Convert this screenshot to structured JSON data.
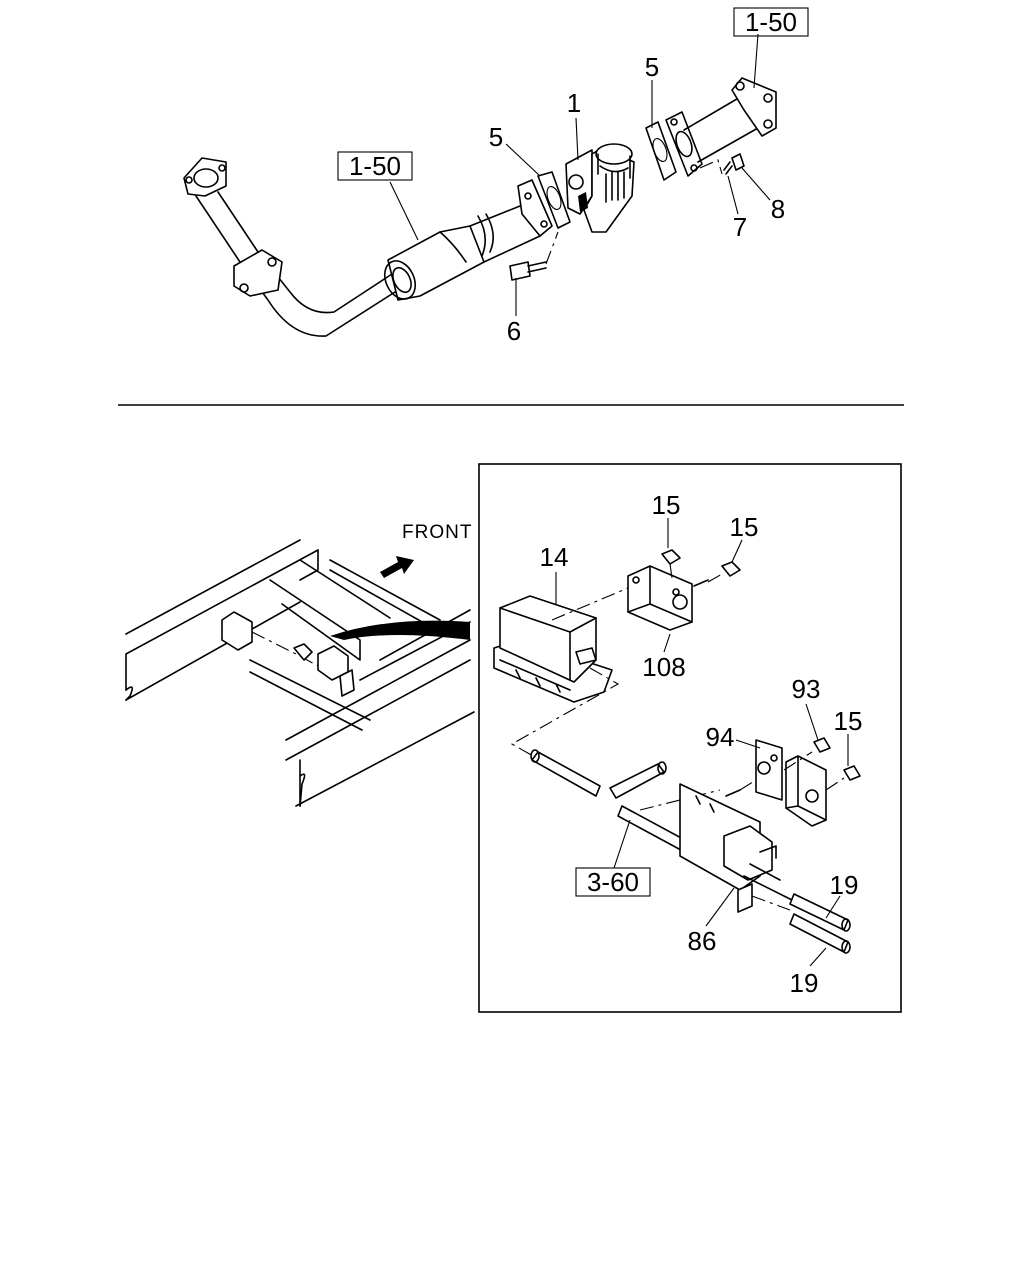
{
  "callouts": {
    "ref_1_50_right": "1-50",
    "ref_1_50_left": "1-50",
    "ref_3_60": "3-60",
    "p1": "1",
    "p5_left": "5",
    "p5_right": "5",
    "p6": "6",
    "p7": "7",
    "p8": "8",
    "p14": "14",
    "p15_a": "15",
    "p15_b": "15",
    "p15_c": "15",
    "p108": "108",
    "p93": "93",
    "p94": "94",
    "p86": "86",
    "p19_top": "19",
    "p19_bottom": "19"
  },
  "front_label": "FRONT"
}
